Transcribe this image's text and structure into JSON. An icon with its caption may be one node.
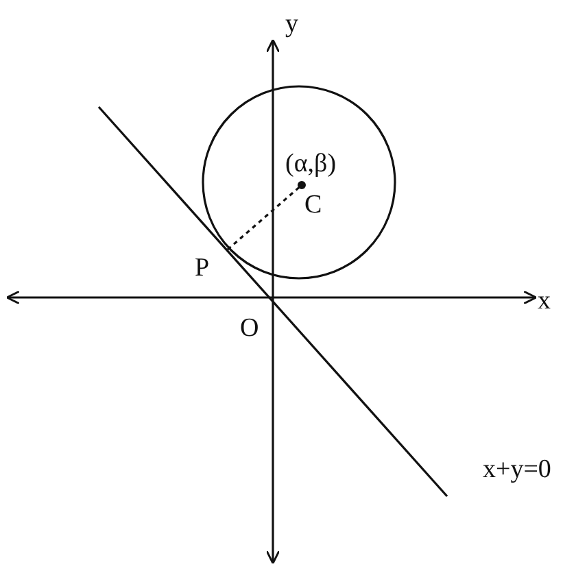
{
  "diagram": {
    "labels": [
      "y",
      "(α,β)",
      "C",
      "P",
      "O",
      "x",
      "x+y=0"
    ]
  }
}
